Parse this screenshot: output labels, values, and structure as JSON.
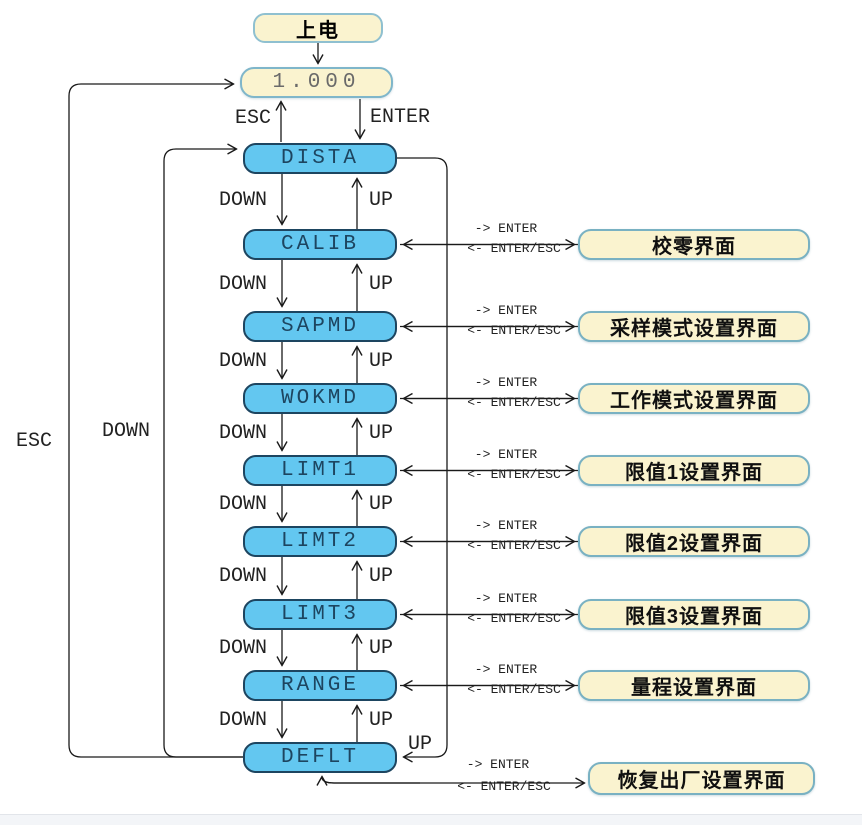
{
  "power": {
    "label": "上电"
  },
  "display": {
    "label": "1.000"
  },
  "nav_labels": {
    "esc_top": "ESC",
    "enter_top": "ENTER",
    "esc_loop": "ESC",
    "down_loop": "DOWN",
    "down": "DOWN",
    "up": "UP",
    "up_wrap": "UP",
    "enter_forward": "-> ENTER",
    "enter_back": "<- ENTER/ESC"
  },
  "menu": [
    {
      "id": "dista",
      "label": "DISTA",
      "panel": null
    },
    {
      "id": "calib",
      "label": "CALIB",
      "panel": "校零界面"
    },
    {
      "id": "sapmd",
      "label": "SAPMD",
      "panel": "采样模式设置界面"
    },
    {
      "id": "wokmd",
      "label": "WOKMD",
      "panel": "工作模式设置界面"
    },
    {
      "id": "limt1",
      "label": "LIMT1",
      "panel": "限值1设置界面"
    },
    {
      "id": "limt2",
      "label": "LIMT2",
      "panel": "限值2设置界面"
    },
    {
      "id": "limt3",
      "label": "LIMT3",
      "panel": "限值3设置界面"
    },
    {
      "id": "range",
      "label": "RANGE",
      "panel": "量程设置界面"
    },
    {
      "id": "deflt",
      "label": "DEFLT",
      "panel": "恢复出厂设置界面"
    }
  ],
  "colors": {
    "menu_fill": "#63c7f0",
    "menu_border": "#1d4560",
    "panel_fill": "#faf3cf",
    "panel_border": "#79b1c2",
    "line": "#1a1a1a"
  }
}
